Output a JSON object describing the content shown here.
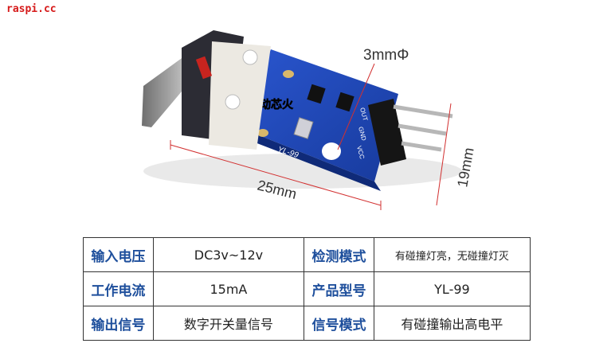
{
  "watermark": "raspi.cc",
  "photo": {
    "chip_label": "跃动芯火",
    "board_model": "YL-99",
    "pin_labels": [
      "OUT",
      "GND",
      "VCC"
    ],
    "dim_hole": "3mmΦ",
    "dim_width": "25mm",
    "dim_height": "19mm",
    "colors": {
      "board": "#1f45b8",
      "switch_body": "#2c2c34",
      "switch_base": "#e8e6e0",
      "lever": "#8a8a8a"
    }
  },
  "specs": {
    "rows": [
      {
        "k1": "输入电压",
        "v1": "DC3v~12v",
        "k2": "检测模式",
        "v2": "有碰撞灯亮，无碰撞灯灭"
      },
      {
        "k1": "工作电流",
        "v1": "15mA",
        "k2": "产品型号",
        "v2": "YL-99"
      },
      {
        "k1": "输出信号",
        "v1": "数字开关量信号",
        "k2": "信号模式",
        "v2": "有碰撞输出高电平"
      }
    ]
  }
}
